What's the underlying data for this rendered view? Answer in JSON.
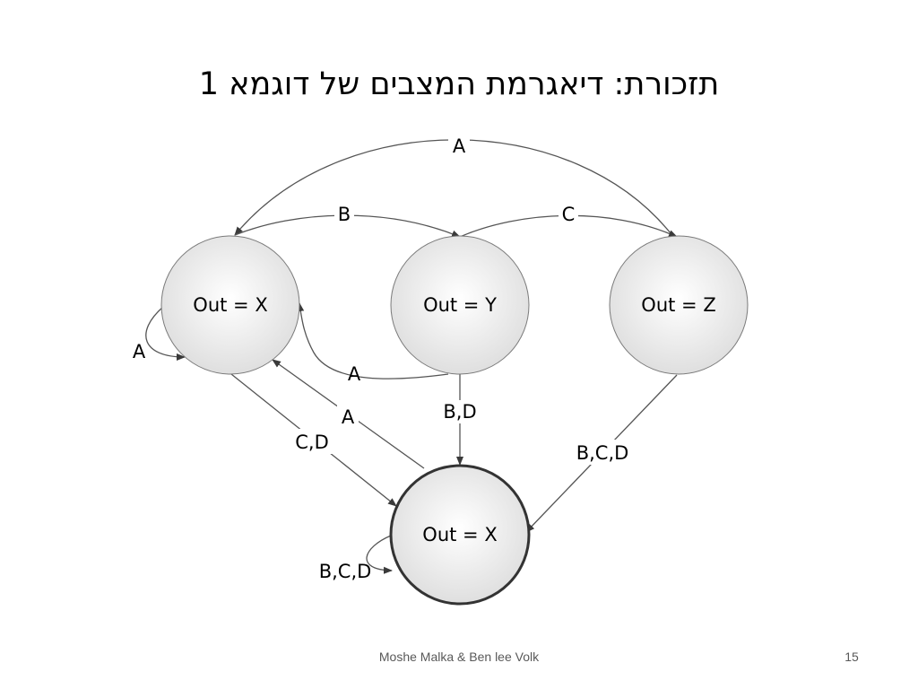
{
  "slide": {
    "title": "תזכורת: דיאגרמת המצבים של דוגמא 1",
    "footer": "Moshe Malka & Ben lee Volk",
    "page_number": "15"
  },
  "diagram": {
    "states": [
      {
        "id": "s1",
        "label": "Out = X"
      },
      {
        "id": "s2",
        "label": "Out = Y"
      },
      {
        "id": "s3",
        "label": "Out = Z"
      },
      {
        "id": "s4",
        "label": "Out = X"
      }
    ],
    "edges": [
      {
        "from": "s3",
        "to": "s1",
        "label": "A"
      },
      {
        "from": "s1",
        "to": "s2",
        "label": "B"
      },
      {
        "from": "s2",
        "to": "s3",
        "label": "C"
      },
      {
        "from": "s1",
        "to": "s1",
        "label": "A"
      },
      {
        "from": "s2",
        "to": "s1",
        "label": "A"
      },
      {
        "from": "s4",
        "to": "s1",
        "label": "A"
      },
      {
        "from": "s2",
        "to": "s4",
        "label": "B,D"
      },
      {
        "from": "s1",
        "to": "s4",
        "label": "C,D"
      },
      {
        "from": "s3",
        "to": "s4",
        "label": "B,C,D"
      },
      {
        "from": "s4",
        "to": "s4",
        "label": "B,C,D"
      }
    ]
  }
}
